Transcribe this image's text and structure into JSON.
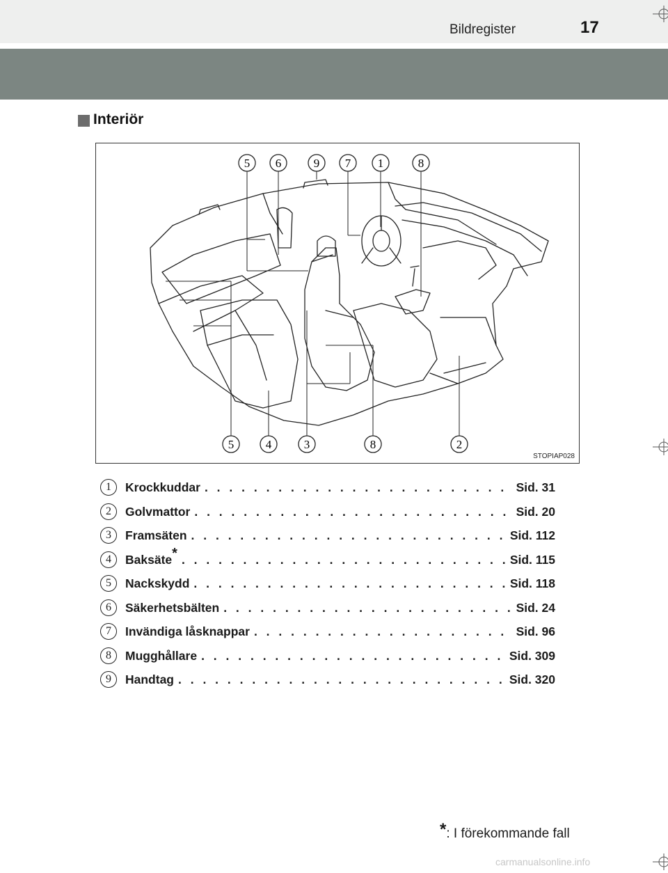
{
  "header": {
    "title": "Bildregister",
    "page_number": "17"
  },
  "section": {
    "title": "Interiör"
  },
  "figure": {
    "code": "STOPIAP028",
    "callouts_top": [
      "5",
      "6",
      "9",
      "7",
      "1",
      "8"
    ],
    "callouts_bottom": [
      "5",
      "4",
      "3",
      "8",
      "2"
    ]
  },
  "items": [
    {
      "num": "1",
      "label": "Krockkuddar",
      "star": "",
      "page": "Sid. 31"
    },
    {
      "num": "2",
      "label": "Golvmattor",
      "star": "",
      "page": "Sid. 20"
    },
    {
      "num": "3",
      "label": "Framsäten",
      "star": "",
      "page": "Sid. 112"
    },
    {
      "num": "4",
      "label": "Baksäte",
      "star": "*",
      "page": "Sid. 115"
    },
    {
      "num": "5",
      "label": "Nackskydd",
      "star": "",
      "page": "Sid. 118"
    },
    {
      "num": "6",
      "label": "Säkerhetsbälten",
      "star": "",
      "page": "Sid. 24"
    },
    {
      "num": "7",
      "label": "Invändiga låsknappar",
      "star": "",
      "page": "Sid. 96"
    },
    {
      "num": "8",
      "label": "Mugghållare",
      "star": "",
      "page": "Sid. 309"
    },
    {
      "num": "9",
      "label": "Handtag",
      "star": "",
      "page": "Sid. 320"
    }
  ],
  "footnote": {
    "marker": "*",
    "text": ": I förekommande fall"
  },
  "watermark": "carmanualsonline.info"
}
